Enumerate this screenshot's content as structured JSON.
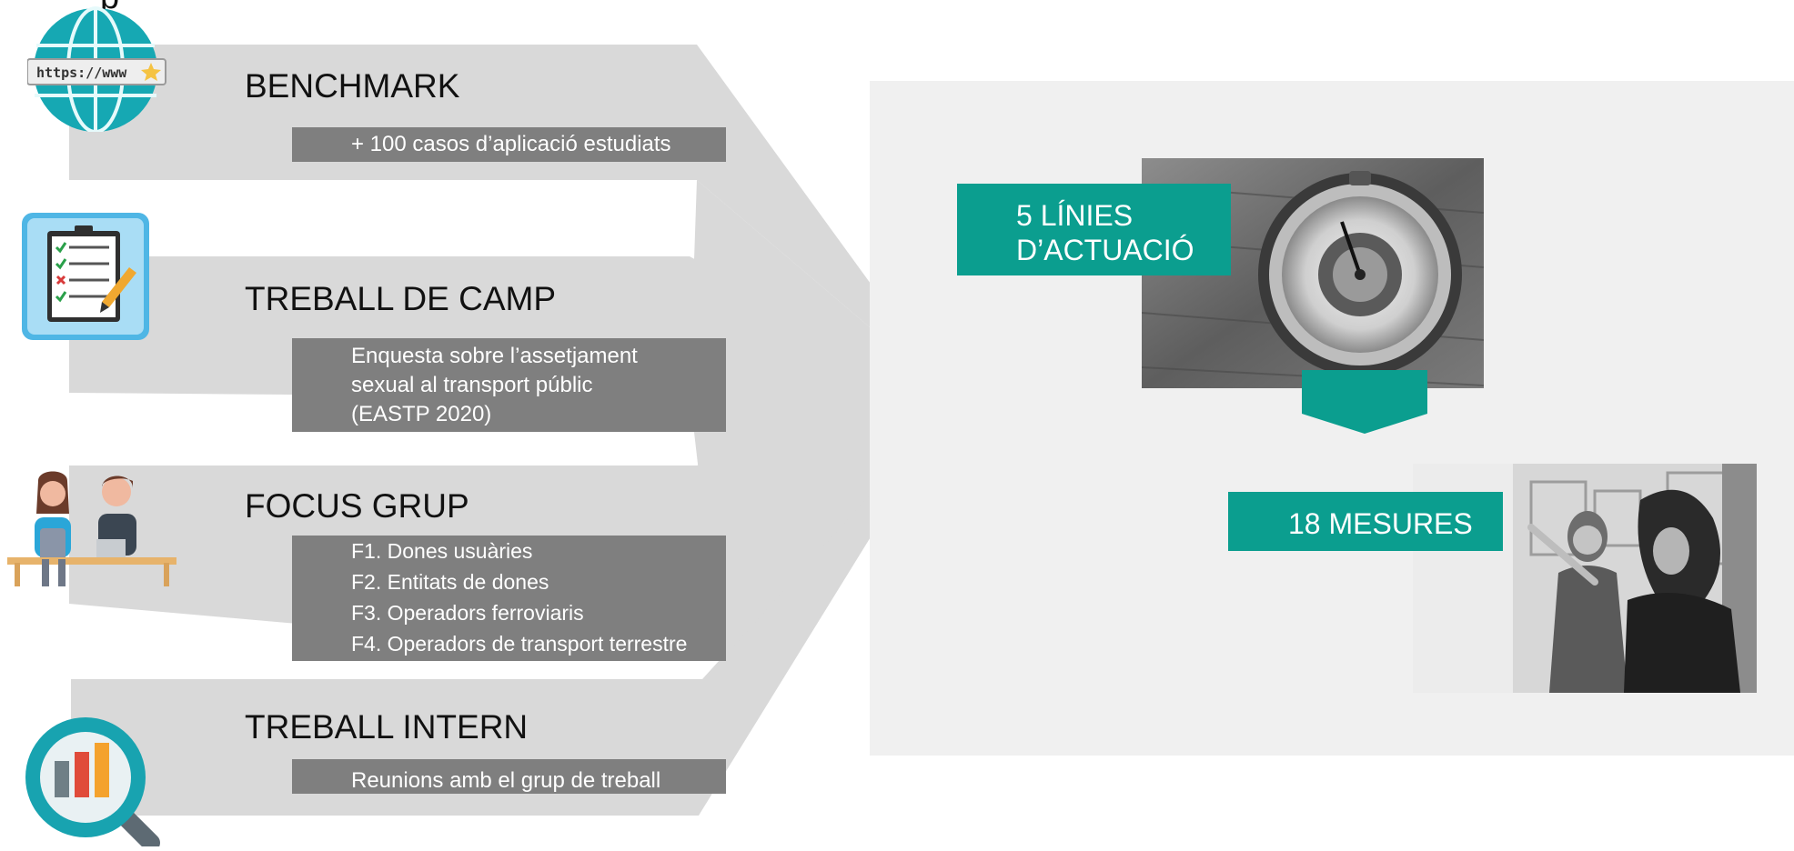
{
  "title_fragment": "p",
  "colors": {
    "band": "#d9d9d9",
    "box": "#7f7f7f",
    "accent": "#0b9e8f",
    "panel": "#f0f0f0"
  },
  "icons": [
    "globe-icon",
    "clipboard-icon",
    "people-icon",
    "magnifier-chart-icon"
  ],
  "globe_badge": "https://www",
  "sections": [
    {
      "heading": "BENCHMARK",
      "lines": [
        "+ 100 casos d’aplicació estudiats"
      ]
    },
    {
      "heading": "TREBALL DE CAMP",
      "lines": [
        "Enquesta sobre l’assetjament",
        "sexual al transport públic",
        "(EASTP 2020)"
      ]
    },
    {
      "heading": "FOCUS GRUP",
      "lines": [
        "F1. Dones usuàries",
        "F2. Entitats de dones",
        "F3. Operadors ferroviaris",
        "F4. Operadors de transport terrestre"
      ]
    },
    {
      "heading": "TREBALL INTERN",
      "lines": [
        "Reunions amb el grup de treball"
      ]
    }
  ],
  "results": {
    "lines_label": [
      "5 LÍNIES",
      "D’ACTUACIÓ"
    ],
    "measures_label": "18 MESURES"
  },
  "photos": [
    "barometer-photo",
    "whiteboard-photo"
  ]
}
